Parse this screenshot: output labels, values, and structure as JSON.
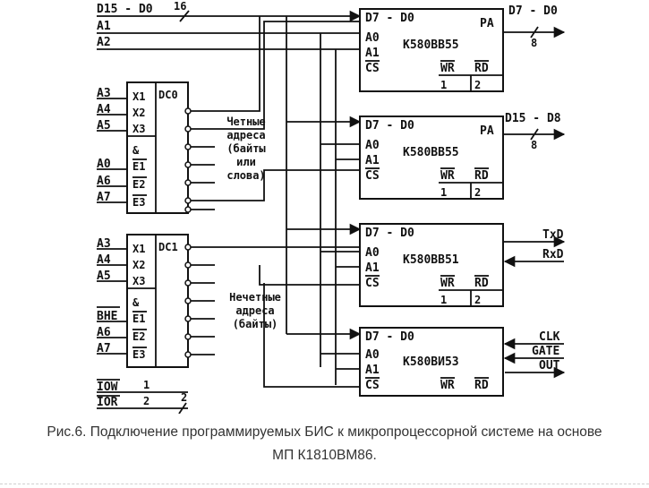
{
  "caption": {
    "line1": "Рис.6. Подключение программируемых БИС к микропроцессорной системе на основе",
    "line2": "МП К1810ВМ86."
  },
  "inputs": {
    "bus": "D15 - D0",
    "bus_width": "16",
    "a1": "A1",
    "a2": "A2",
    "a3_top": "A3",
    "a4_top": "A4",
    "a5_top": "A5",
    "a0_top": "A0",
    "a6_top": "A6",
    "a7_top": "A7",
    "a3_bot": "A3",
    "a4_bot": "A4",
    "a5_bot": "A5",
    "bhe": "BHE",
    "a6_bot": "A6",
    "a7_bot": "A7",
    "iow": "IOW",
    "ior": "IOR",
    "iow_num": "1",
    "ior_num": "2",
    "ctrl_width": "2"
  },
  "dc0": {
    "name": "DC0",
    "x1": "X1",
    "x2": "X2",
    "x3": "X3",
    "amp": "&",
    "e1": "E1",
    "e2": "E2",
    "e3": "E3",
    "label": [
      "Четные",
      "адреса",
      "(байты",
      "или",
      "слова)"
    ]
  },
  "dc1": {
    "name": "DC1",
    "x1": "X1",
    "x2": "X2",
    "x3": "X3",
    "amp": "&",
    "e1": "E1",
    "e2": "E2",
    "e3": "E3",
    "label": [
      "Нечетные",
      "адреса",
      "(байты)"
    ]
  },
  "chips": [
    {
      "bus": "D7 - D0",
      "a0": "A0",
      "a1": "A1",
      "cs": "CS",
      "wr": "WR",
      "rd": "RD",
      "name": "K580BB55",
      "port": "PA",
      "n1": "1",
      "n2": "2"
    },
    {
      "bus": "D7 - D0",
      "a0": "A0",
      "a1": "A1",
      "cs": "CS",
      "wr": "WR",
      "rd": "RD",
      "name": "K580BB55",
      "port": "PA",
      "n1": "1",
      "n2": "2"
    },
    {
      "bus": "D7 - D0",
      "a0": "A0",
      "a1": "A1",
      "cs": "CS",
      "wr": "WR",
      "rd": "RD",
      "name": "K580BB51",
      "n1": "1",
      "n2": "2"
    },
    {
      "bus": "D7 - D0",
      "a0": "A0",
      "a1": "A1",
      "cs": "CS",
      "wr": "WR",
      "rd": "RD",
      "name": "K580BИ53"
    }
  ],
  "outputs": {
    "out1": "D7 - D0",
    "out1_width": "8",
    "out2": "D15 - D8",
    "out2_width": "8",
    "txd": "TxD",
    "rxd": "RxD",
    "clk": "CLK",
    "gate": "GATE",
    "out": "OUT"
  }
}
